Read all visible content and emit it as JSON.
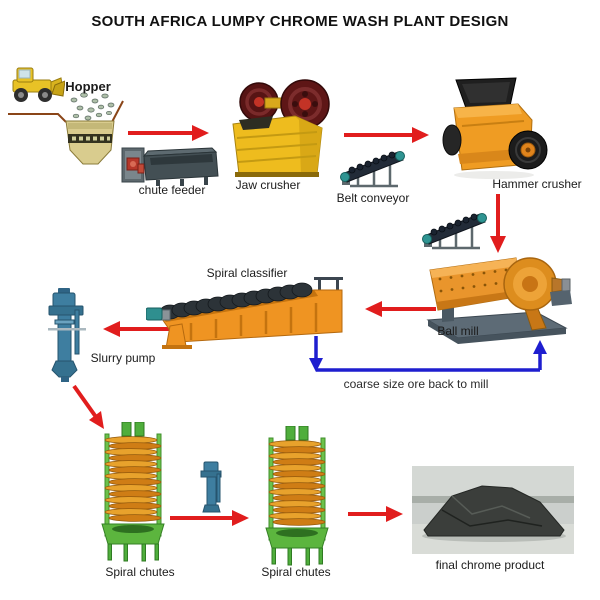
{
  "title": "SOUTH AFRICA LUMPY CHROME WASH PLANT DESIGN",
  "colors": {
    "flow_arrow_red": "#e11d1d",
    "recycle_line_blue": "#1e1ecf",
    "jaw_crusher_yellow": "#eebc1e",
    "hammer_ballmill_orange": "#ef9c23",
    "slurry_pump_blue": "#3e7ea0",
    "spiral_chute_green": "#6cc24a"
  },
  "nodes": {
    "hopper": {
      "label": "Hopper"
    },
    "chute_feeder": {
      "label": "chute feeder"
    },
    "jaw_crusher": {
      "label": "Jaw crusher"
    },
    "belt_conveyor": {
      "label": "Belt conveyor"
    },
    "hammer_crusher": {
      "label": "Hammer crusher"
    },
    "ball_mill": {
      "label": "Ball mill"
    },
    "spiral_classifier": {
      "label": "Spiral classifier"
    },
    "slurry_pump": {
      "label": "Slurry pump"
    },
    "spiral_chutes_left": {
      "label": "Spiral chutes"
    },
    "spiral_chutes_right": {
      "label": "Spiral chutes"
    },
    "final_product": {
      "label": "final chrome product"
    }
  },
  "flow": {
    "loop_label": "coarse size ore back to mill"
  }
}
